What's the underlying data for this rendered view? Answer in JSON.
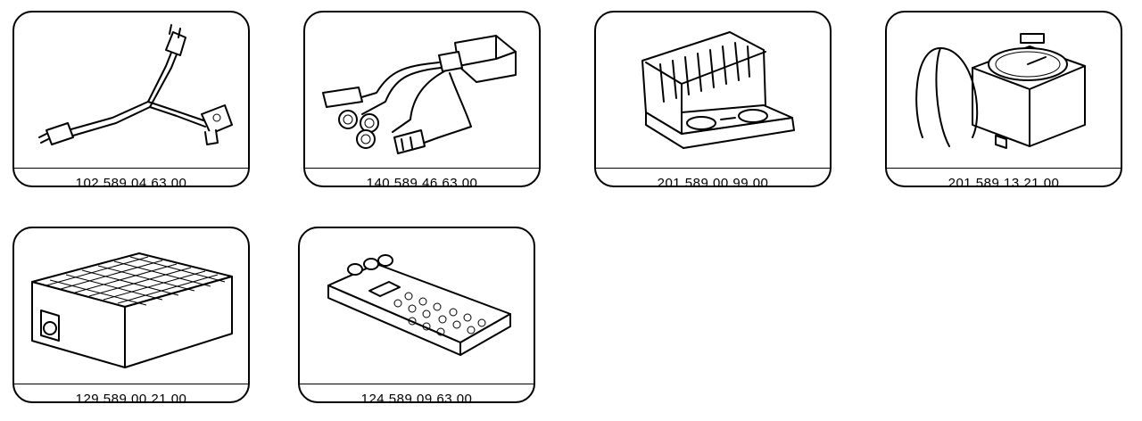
{
  "catalog": {
    "items": [
      {
        "part_number": "102 589 04 63 00",
        "icon": "y-adapter-cable-icon"
      },
      {
        "part_number": "140 589 46 63 00",
        "icon": "connector-harness-icon"
      },
      {
        "part_number": "201 589 00 99 00",
        "icon": "tool-case-icon"
      },
      {
        "part_number": "201 589 13 21 00",
        "icon": "gauge-tester-icon"
      },
      {
        "part_number": "129 589 00 21 00",
        "icon": "socket-box-icon"
      },
      {
        "part_number": "124 589 09 63 00",
        "icon": "test-box-icon"
      }
    ]
  }
}
